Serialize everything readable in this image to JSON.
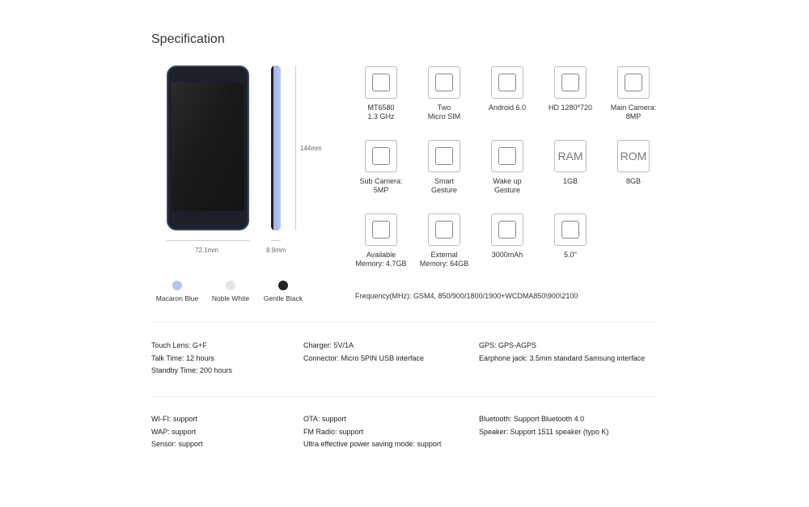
{
  "title": "Specification",
  "phone": {
    "height": "144mm",
    "width": "72.1mm",
    "thickness": "8.9mm"
  },
  "colors": [
    {
      "name": "Macaron Blue",
      "hex": "#b4c6f0"
    },
    {
      "name": "Noble White",
      "hex": "#e6e6e6"
    },
    {
      "name": "Gentle Black",
      "hex": "#222222"
    }
  ],
  "features": [
    {
      "icon": "cpu-icon",
      "l1": "MT6580",
      "l2": "1.3 GHz"
    },
    {
      "icon": "sim-card-icon",
      "l1": "Two",
      "l2": "Micro SIM"
    },
    {
      "icon": "android-icon",
      "l1": "Android 6.0",
      "l2": ""
    },
    {
      "icon": "phone-screen-icon",
      "l1": "HD 1280*720",
      "l2": ""
    },
    {
      "icon": "camera-icon",
      "l1": "Main Camera:",
      "l2": "8MP"
    },
    {
      "icon": "selfie-face-icon",
      "l1": "Sub Camera:",
      "l2": "5MP"
    },
    {
      "icon": "swipe-gesture-icon",
      "l1": "Smart",
      "l2": "Gesture"
    },
    {
      "icon": "tap-gesture-icon",
      "l1": "Wake up",
      "l2": "Gesture"
    },
    {
      "icon": "ram-icon",
      "text": "RAM",
      "l1": "1GB",
      "l2": ""
    },
    {
      "icon": "rom-icon",
      "text": "ROM",
      "l1": "8GB",
      "l2": ""
    },
    {
      "icon": "floppy-disk-icon",
      "l1": "Available",
      "l2": "Memory: 4.7GB"
    },
    {
      "icon": "sd-card-icon",
      "l1": "External",
      "l2": "Memory: 64GB"
    },
    {
      "icon": "battery-icon",
      "l1": "3000mAh",
      "l2": ""
    },
    {
      "icon": "screen-size-icon",
      "l1": "5.0''",
      "l2": ""
    }
  ],
  "frequency": "Frequency(MHz): GSM4, 850/900/1800/1900+WCDMA850\\900\\2100",
  "specs1": [
    [
      "Touch Lens: G+F",
      "Talk Time: 12 hours",
      "Standby Time: 200 hours"
    ],
    [
      "Charger: 5V/1A",
      "Connector: Micro 5PIN USB interface"
    ],
    [
      "GPS: GPS-AGPS",
      "Earphone jack: 3.5mm standard Samsung interface"
    ]
  ],
  "specs2": [
    [
      "WI-FI: support",
      "WAP: support",
      "Sensor: support"
    ],
    [
      "OTA: support",
      "FM Radio: support",
      "Ultra effective power saving mode: support"
    ],
    [
      "Bluetooth: Support Bluetooth 4.0",
      "Speaker: Support 1511 speaker (typo K)"
    ]
  ]
}
